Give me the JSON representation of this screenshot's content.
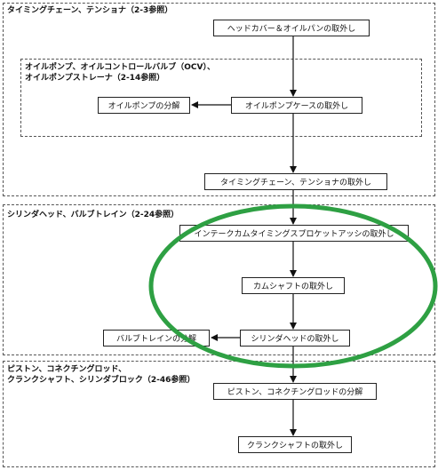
{
  "regions": {
    "timing": {
      "label": "タイミングチェーン、テンショナ（2-3参照）"
    },
    "oil_pump": {
      "label": "オイルポンプ、オイルコントロールバルブ（OCV）、\nオイルポンプストレーナ（2-14参照）"
    },
    "cylinder_head": {
      "label": "シリンダヘッド、バルブトレイン（2-24参照）"
    },
    "piston": {
      "label": "ピストン、コネクチングロッド、\nクランクシャフト、シリンダブロック（2-46参照）"
    }
  },
  "nodes": {
    "head_cover": "ヘッドカバー＆オイルパンの取外し",
    "oil_pump_case": "オイルポンプケースの取外し",
    "oil_pump_disassembly": "オイルポンプの分解",
    "timing_chain": "タイミングチェーン、テンショナの取外し",
    "intake_cam_sprocket": "インテークカムタイミングスプロケットアッシの取外し",
    "camshaft": "カムシャフトの取外し",
    "cylinder_head": "シリンダヘッドの取外し",
    "valve_train_disassembly": "バルブトレインの分解",
    "piston_rod_disassembly": "ピストン、コネクチングロッドの分解",
    "crankshaft": "クランクシャフトの取外し"
  },
  "colors": {
    "highlight": "#2ea043",
    "line": "#111111",
    "dashed_border": "#555555"
  }
}
